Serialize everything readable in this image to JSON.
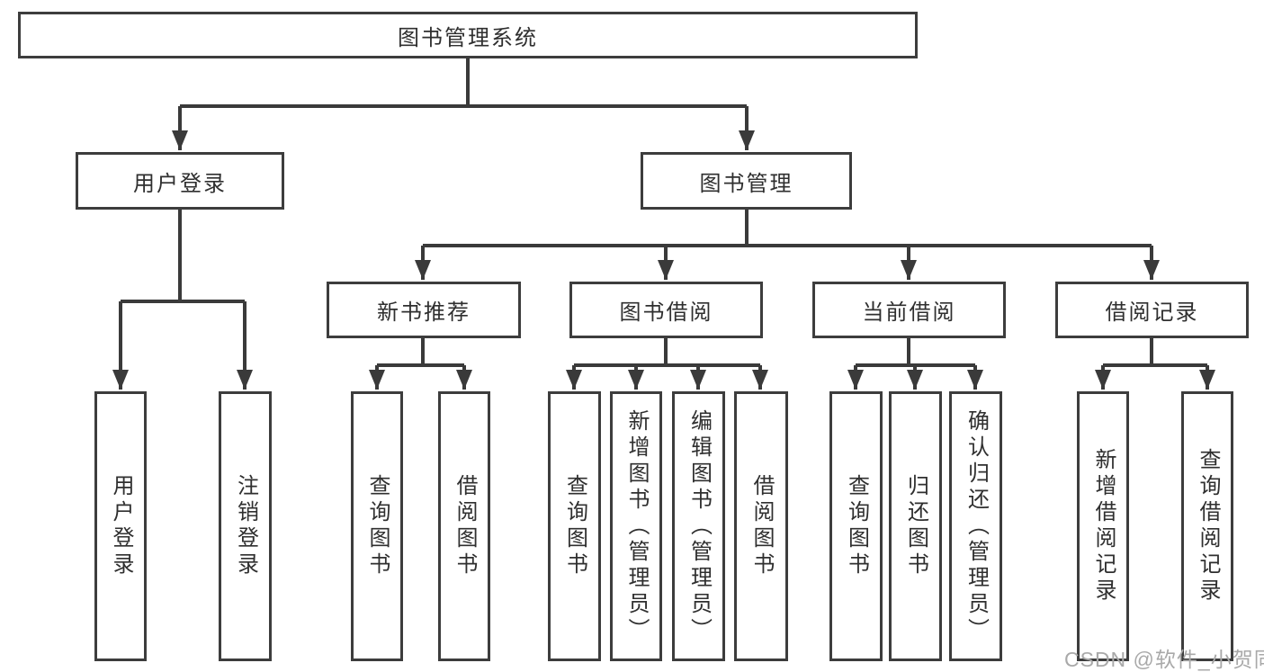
{
  "tree": {
    "label": "图书管理系统",
    "children": [
      {
        "label": "用户登录",
        "children": [
          {
            "label": "用户登录"
          },
          {
            "label": "注销登录"
          }
        ]
      },
      {
        "label": "图书管理",
        "children": [
          {
            "label": "新书推荐",
            "children": [
              {
                "label": "查询图书"
              },
              {
                "label": "借阅图书"
              }
            ]
          },
          {
            "label": "图书借阅",
            "children": [
              {
                "label": "查询图书"
              },
              {
                "label": "新增图书（管理员）"
              },
              {
                "label": "编辑图书（管理员）"
              },
              {
                "label": "借阅图书"
              }
            ]
          },
          {
            "label": "当前借阅",
            "children": [
              {
                "label": "查询图书"
              },
              {
                "label": "归还图书"
              },
              {
                "label": "确认归还（管理员）"
              }
            ]
          },
          {
            "label": "借阅记录",
            "children": [
              {
                "label": "新增借阅记录"
              },
              {
                "label": "查询借阅记录"
              }
            ]
          }
        ]
      }
    ]
  },
  "watermark": {
    "text": "CSDN @软件_小贺同学"
  },
  "colors": {
    "line": "#3a3a3a",
    "border": "#3d3d3d",
    "text": "#2f2f2f",
    "watermark": "#a9a9a9",
    "background": "#ffffff"
  }
}
